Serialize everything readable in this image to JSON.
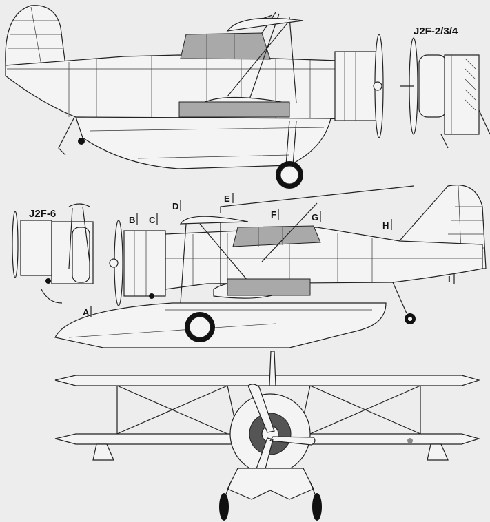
{
  "titles": {
    "top_view": "J2F-2/3/4",
    "middle_view": "J2F-6"
  },
  "section_labels": [
    "A",
    "B",
    "C",
    "D",
    "E",
    "F",
    "G",
    "H",
    "I"
  ],
  "colors": {
    "background": "#ededed",
    "line": "#222222",
    "canopy_fill": "#a9a9a9"
  }
}
